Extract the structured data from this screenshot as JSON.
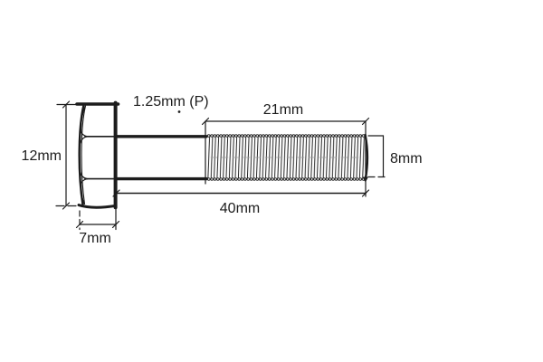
{
  "diagram": {
    "subject": "hex-head-bolt-technical-drawing",
    "line_color": "#1c1c1c",
    "centerline_color": "#9a9a9a",
    "background_color": "#ffffff",
    "labels": {
      "head_height": "12mm",
      "head_thickness": "7mm",
      "thread_pitch": "1.25mm (P)",
      "thread_length": "21mm",
      "overall_length": "40mm",
      "thread_diameter": "8mm"
    }
  }
}
